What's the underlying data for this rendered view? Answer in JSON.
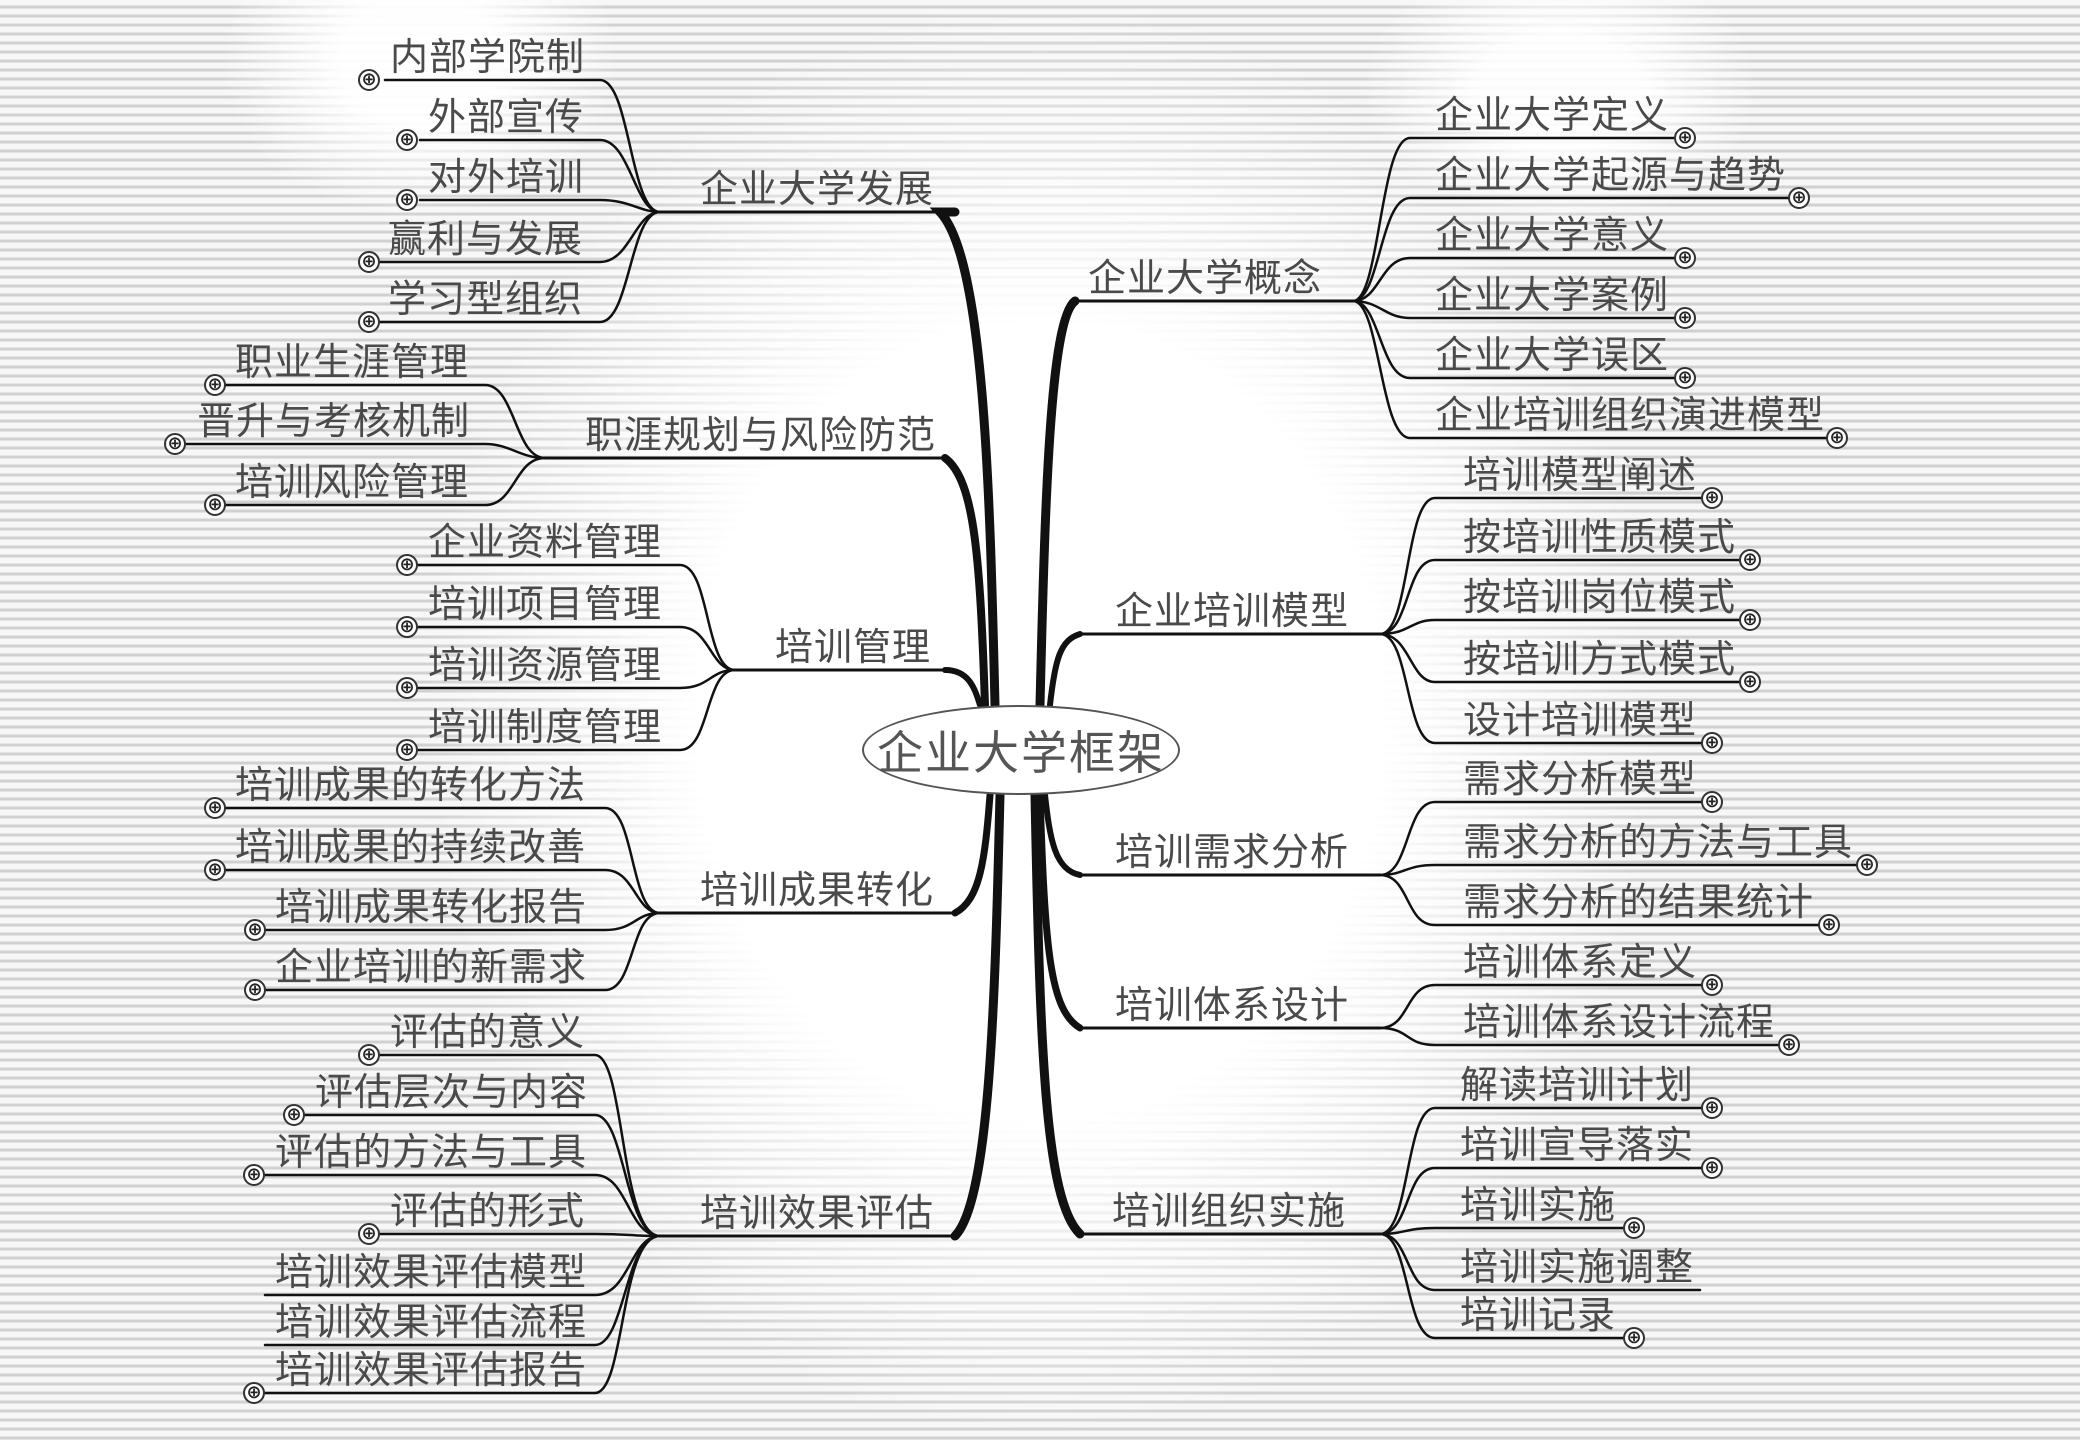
{
  "center": {
    "label": "企业大学框架"
  },
  "icons": {
    "expand": "⊕"
  },
  "colors": {
    "line": "#111111",
    "text": "#4a4a4a",
    "stripe": "#d0d0d0",
    "background": "#f7f7f7"
  },
  "left_branches": [
    {
      "label": "企业大学发展",
      "children": [
        "内部学院制",
        "外部宣传",
        "对外培训",
        "赢利与发展",
        "学习型组织"
      ]
    },
    {
      "label": "职涯规划与风险防范",
      "children": [
        "职业生涯管理",
        "晋升与考核机制",
        "培训风险管理"
      ]
    },
    {
      "label": "培训管理",
      "children": [
        "企业资料管理",
        "培训项目管理",
        "培训资源管理",
        "培训制度管理"
      ]
    },
    {
      "label": "培训成果转化",
      "children": [
        "培训成果的转化方法",
        "培训成果的持续改善",
        "培训成果转化报告",
        "企业培训的新需求"
      ]
    },
    {
      "label": "培训效果评估",
      "children": [
        "评估的意义",
        "评估层次与内容",
        "评估的方法与工具",
        "评估的形式",
        "培训效果评估模型",
        "培训效果评估流程",
        "培训效果评估报告"
      ]
    }
  ],
  "right_branches": [
    {
      "label": "企业大学概念",
      "children": [
        "企业大学定义",
        "企业大学起源与趋势",
        "企业大学意义",
        "企业大学案例",
        "企业大学误区",
        "企业培训组织演进模型"
      ]
    },
    {
      "label": "企业培训模型",
      "children": [
        "培训模型阐述",
        "按培训性质模式",
        "按培训岗位模式",
        "按培训方式模式",
        "设计培训模型"
      ]
    },
    {
      "label": "培训需求分析",
      "children": [
        "需求分析模型",
        "需求分析的方法与工具",
        "需求分析的结果统计"
      ]
    },
    {
      "label": "培训体系设计",
      "children": [
        "培训体系定义",
        "培训体系设计流程"
      ]
    },
    {
      "label": "培训组织实施",
      "children": [
        "解读培训计划",
        "培训宣导落实",
        "培训实施",
        "培训实施调整",
        "培训记录"
      ]
    }
  ]
}
